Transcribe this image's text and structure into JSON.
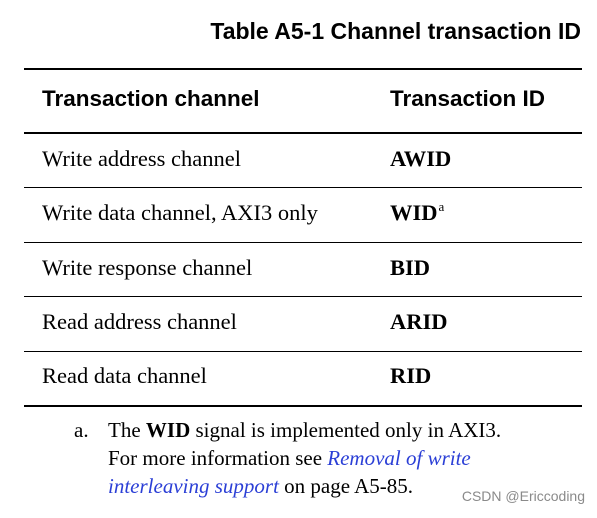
{
  "table": {
    "caption": "Table A5-1 Channel transaction ID",
    "headers": {
      "channel": "Transaction channel",
      "id": "Transaction ID"
    },
    "rows": [
      {
        "channel": "Write address channel",
        "id": "AWID",
        "sup": ""
      },
      {
        "channel": "Write data channel, AXI3 only",
        "id": "WID",
        "sup": "a"
      },
      {
        "channel": "Write response channel",
        "id": "BID",
        "sup": ""
      },
      {
        "channel": "Read address channel",
        "id": "ARID",
        "sup": ""
      },
      {
        "channel": "Read data channel",
        "id": "RID",
        "sup": ""
      }
    ]
  },
  "footnote": {
    "marker": "a.",
    "line1_pre": "The ",
    "line1_bold": "WID",
    "line1_post": " signal is implemented only in AXI3.",
    "line2_pre": "For more information see ",
    "link_part1": "Removal of write",
    "link_part2": "interleaving support",
    "line3_post": " on page A5-85."
  },
  "watermark": "CSDN @Ericcoding"
}
